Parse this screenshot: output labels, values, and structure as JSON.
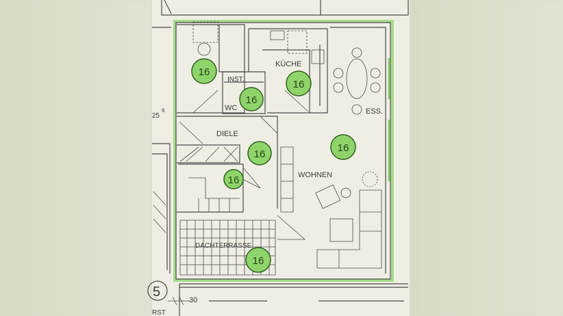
{
  "plan": {
    "rooms": {
      "kueche": "KÜCHE",
      "inst": "INST.",
      "wc": "WC",
      "diele": "DIELE",
      "wohnen": "WOHNEN",
      "ess": "ESS.",
      "dachterrasse": "DACHTERRASSE"
    },
    "badge_label": "16",
    "badges": [
      "16",
      "16",
      "16",
      "16",
      "16",
      "16",
      "16"
    ],
    "unit_number": "5",
    "dimension": "30",
    "margin_text_top": "25",
    "margin_text_sup": "6",
    "margin_text_bottom": "RST"
  },
  "colors": {
    "highlight": "#8fd46a",
    "outline": "#9fd88a",
    "paper": "#efeee4"
  }
}
